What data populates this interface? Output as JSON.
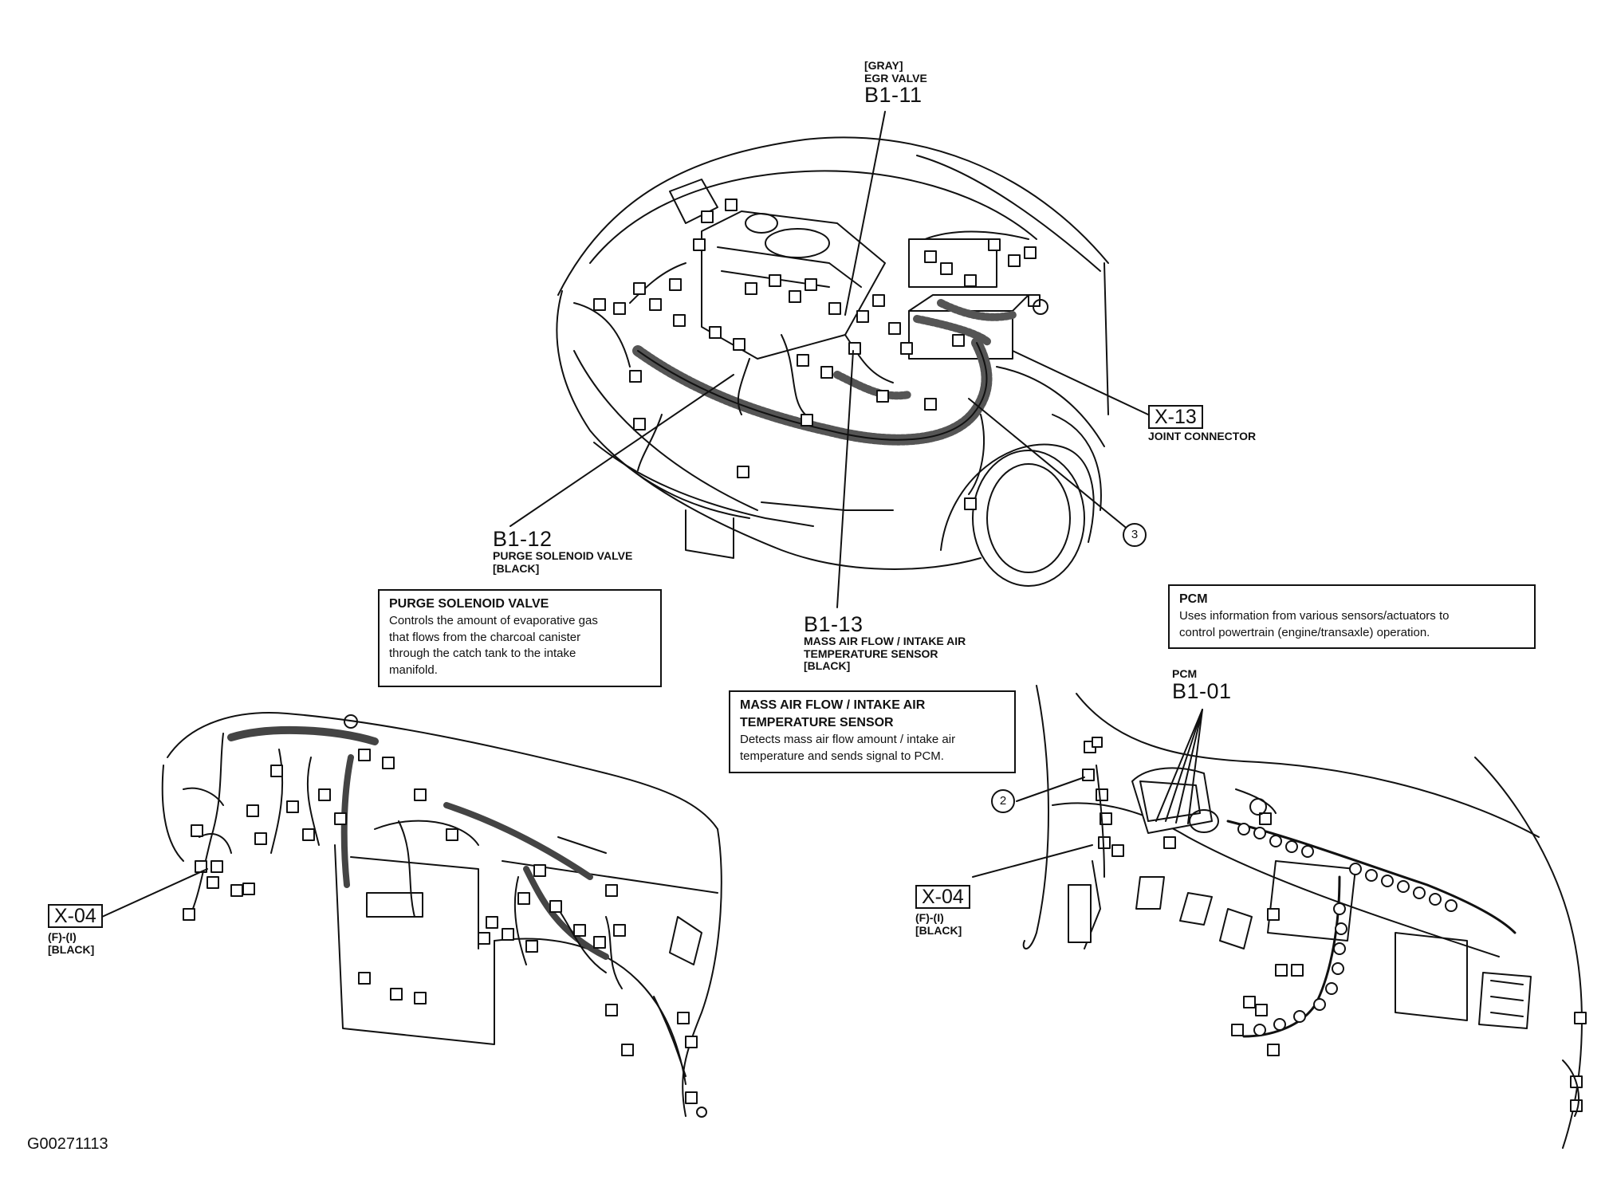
{
  "callouts": {
    "b1_11": {
      "color": "[GRAY]",
      "name": "EGR VALVE",
      "code": "B1-11"
    },
    "x_13": {
      "code": "X-13",
      "name": "JOINT CONNECTOR"
    },
    "circle_3": "3",
    "b1_12": {
      "code": "B1-12",
      "name": "PURGE SOLENOID VALVE",
      "color": "[BLACK]"
    },
    "b1_13": {
      "code": "B1-13",
      "name_line1": "MASS AIR FLOW / INTAKE AIR",
      "name_line2": "TEMPERATURE SENSOR",
      "color": "[BLACK]"
    },
    "pcm_conn": {
      "label": "PCM",
      "code": "B1-01"
    },
    "circle_2": "2",
    "x_04_left": {
      "code": "X-04",
      "sub": "(F)-(I)",
      "color": "[BLACK]"
    },
    "x_04_right": {
      "code": "X-04",
      "sub": "(F)-(I)",
      "color": "[BLACK]"
    }
  },
  "info_boxes": {
    "purge": {
      "title": "PURGE SOLENOID VALVE",
      "lines": [
        "Controls the amount of evaporative gas",
        "that flows from the charcoal canister",
        "through the catch tank to the intake",
        "manifold."
      ]
    },
    "maf": {
      "title_line1": "MASS AIR FLOW / INTAKE AIR",
      "title_line2": "TEMPERATURE SENSOR",
      "lines": [
        "Detects mass air flow amount / intake air",
        "temperature and sends signal to PCM."
      ]
    },
    "pcm": {
      "title": "PCM",
      "lines": [
        "Uses information from various sensors/actuators to",
        "control powertrain (engine/transaxle) operation."
      ]
    }
  },
  "figure_id": "G00271113"
}
